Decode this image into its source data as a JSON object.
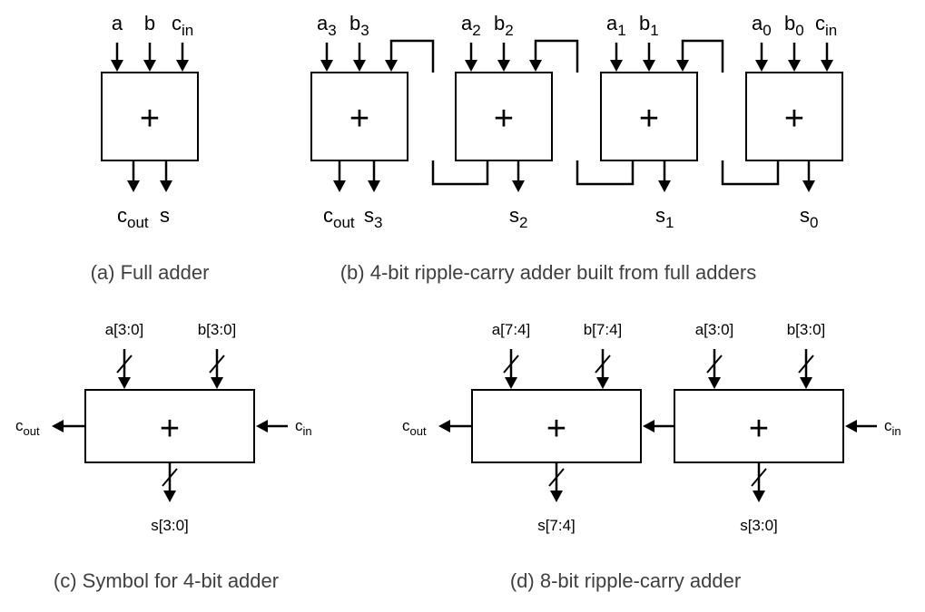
{
  "colors": {
    "ink": "#000000",
    "caption": "#404040",
    "background": "#ffffff"
  },
  "operator_symbol": "+",
  "full_adder": {
    "caption": "(a) Full adder",
    "inputs": {
      "a": "a",
      "b": "b",
      "cin_main": "c",
      "cin_sub": "in"
    },
    "outputs": {
      "cout_main": "c",
      "cout_sub": "out",
      "s": "s"
    }
  },
  "ripple_4bit": {
    "caption": "(b) 4-bit ripple-carry adder built from full adders",
    "cin_main": "c",
    "cin_sub": "in",
    "cout_main": "c",
    "cout_sub": "out",
    "stages": [
      {
        "a_main": "a",
        "a_sub": "3",
        "b_main": "b",
        "b_sub": "3",
        "s_main": "s",
        "s_sub": "3"
      },
      {
        "a_main": "a",
        "a_sub": "2",
        "b_main": "b",
        "b_sub": "2",
        "s_main": "s",
        "s_sub": "2"
      },
      {
        "a_main": "a",
        "a_sub": "1",
        "b_main": "b",
        "b_sub": "1",
        "s_main": "s",
        "s_sub": "1"
      },
      {
        "a_main": "a",
        "a_sub": "0",
        "b_main": "b",
        "b_sub": "0",
        "s_main": "s",
        "s_sub": "0"
      }
    ]
  },
  "symbol_4bit": {
    "caption": "(c) Symbol for 4-bit adder",
    "a": "a[3:0]",
    "b": "b[3:0]",
    "s": "s[3:0]",
    "cin_main": "c",
    "cin_sub": "in",
    "cout_main": "c",
    "cout_sub": "out"
  },
  "ripple_8bit": {
    "caption": "(d) 8-bit ripple-carry adder",
    "high": {
      "a": "a[7:4]",
      "b": "b[7:4]",
      "s": "s[7:4]"
    },
    "low": {
      "a": "a[3:0]",
      "b": "b[3:0]",
      "s": "s[3:0]"
    },
    "cin_main": "c",
    "cin_sub": "in",
    "cout_main": "c",
    "cout_sub": "out"
  }
}
